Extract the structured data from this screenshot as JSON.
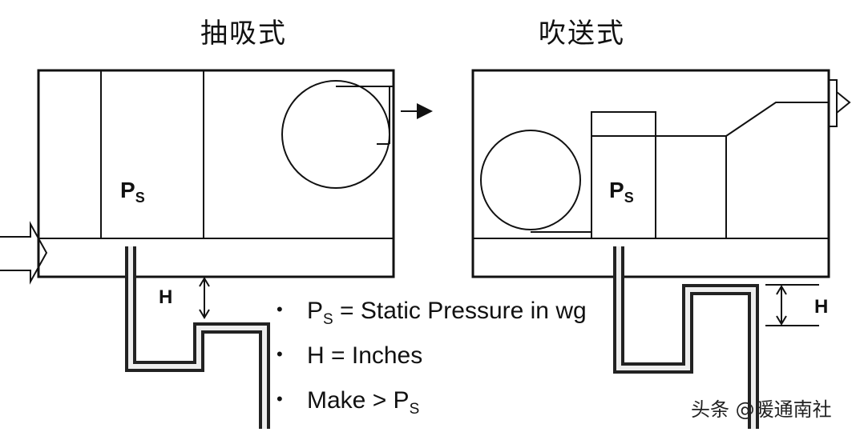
{
  "titles": {
    "left": "抽吸式",
    "right": "吹送式"
  },
  "labels": {
    "ps_main": "P",
    "ps_sub": "S",
    "h": "H"
  },
  "bullets": [
    {
      "text": "P",
      "sub": "S",
      "rest": " = Static Pressure in wg"
    },
    {
      "text": "H = Inches",
      "sub": "",
      "rest": ""
    },
    {
      "text": "Make > P",
      "sub": "S",
      "rest": ""
    }
  ],
  "bullet_symbol": "•",
  "watermark": "头条 @暖通南社"
}
